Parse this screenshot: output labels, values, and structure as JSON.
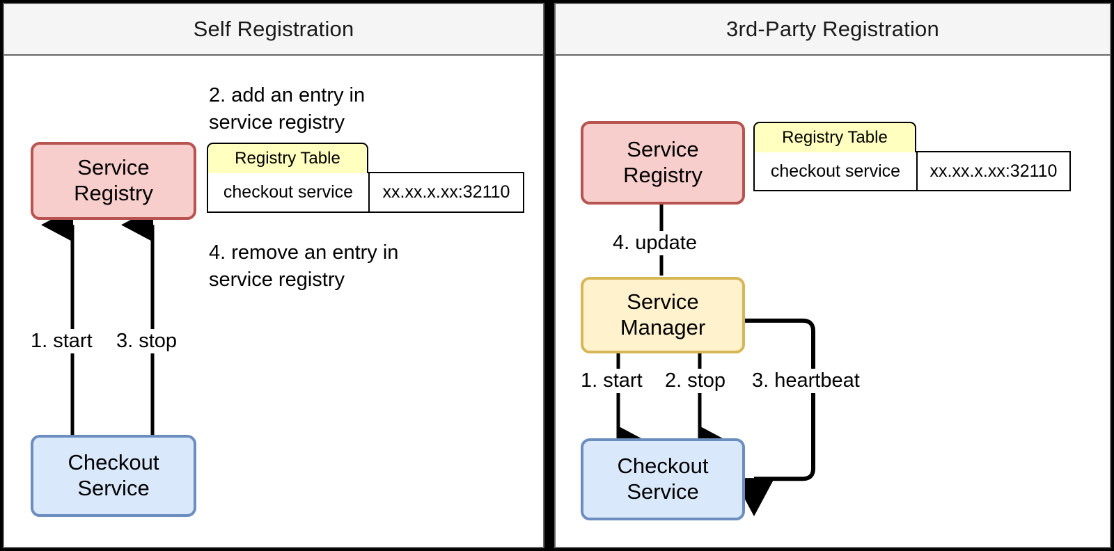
{
  "colors": {
    "registry_fill": "#f8cecc",
    "registry_stroke": "#b85450",
    "manager_fill": "#fff2cc",
    "manager_stroke": "#d6b656",
    "checkout_fill": "#dae8fc",
    "checkout_stroke": "#6c8ebf",
    "table_header_fill": "#ffffc0",
    "panel_header_fill": "#f5f5f5",
    "panel_border": "#666666",
    "edge_stroke": "#000000",
    "outer_border": "#000000"
  },
  "panels": [
    {
      "id": "self-registration",
      "title": "Self Registration",
      "nodes": {
        "registry": {
          "label_line1": "Service",
          "label_line2": "Registry"
        },
        "checkout": {
          "label_line1": "Checkout",
          "label_line2": "Service"
        }
      },
      "notes": [
        {
          "id": "note-add",
          "text": "2. add an entry in\nservice registry"
        },
        {
          "id": "note-remove",
          "text": "4. remove an entry in\nservice registry"
        }
      ],
      "edge_labels": [
        {
          "id": "start",
          "text": "1. start"
        },
        {
          "id": "stop",
          "text": "3. stop"
        }
      ],
      "registry_table": {
        "header": "Registry Table",
        "rows": [
          {
            "service": "checkout service",
            "address": "xx.xx.x.xx:32110"
          }
        ]
      }
    },
    {
      "id": "third-party-registration",
      "title": "3rd-Party Registration",
      "nodes": {
        "registry": {
          "label_line1": "Service",
          "label_line2": "Registry"
        },
        "manager": {
          "label_line1": "Service",
          "label_line2": "Manager"
        },
        "checkout": {
          "label_line1": "Checkout",
          "label_line2": "Service"
        }
      },
      "notes": [],
      "edge_labels": [
        {
          "id": "update",
          "text": "4. update"
        },
        {
          "id": "start",
          "text": "1. start"
        },
        {
          "id": "stop",
          "text": "2. stop"
        },
        {
          "id": "heartbeat",
          "text": "3. heartbeat"
        }
      ],
      "registry_table": {
        "header": "Registry Table",
        "rows": [
          {
            "service": "checkout service",
            "address": "xx.xx.x.xx:32110"
          }
        ]
      }
    }
  ]
}
